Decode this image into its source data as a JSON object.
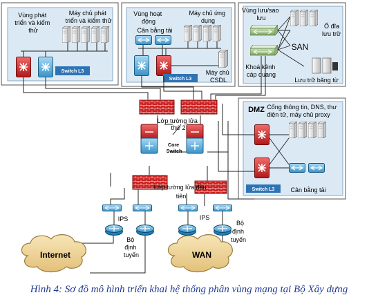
{
  "zones": {
    "dev": {
      "title": "Vùng phát triển và kiểm thử",
      "servers": "Máy chủ phát triển và kiểm thử",
      "switch": "Switch L3"
    },
    "ops": {
      "title": "Vùng hoạt động",
      "lb": "Cân bằng tải",
      "servers": "Máy chủ ứng dụng",
      "switch": "Switch L3",
      "db": "Máy chủ CSDL"
    },
    "storage": {
      "title": "Vùng lưu/sao lưu",
      "san": "SAN",
      "disk": "Ổ đĩa lưu trữ",
      "tape": "Lưu trữ băng từ",
      "fiber": "Khoá kênh cáp quang"
    },
    "dmz": {
      "title": "DMZ",
      "desc": "Cổng thông tin, DNS, thư điện tử, máy chủ proxy",
      "switch": "Switch L3",
      "lb": "Cân bằng tải"
    }
  },
  "core": {
    "firewall2": "Lớp tường lửa thứ 2",
    "core_switch": "Core Switch",
    "firewall1": "Lớp tường lửa đầu tiên"
  },
  "edge": {
    "ips_left": "IPS",
    "ips_right": "IPS",
    "router_left": "Bộ định tuyến",
    "router_right": "Bộ định tuyến",
    "internet": "Internet",
    "wan": "WAN"
  },
  "caption": "Hình 4: Sơ đồ mô hình triển khai hệ thống phân vùng mạng tại Bộ Xây dựng"
}
